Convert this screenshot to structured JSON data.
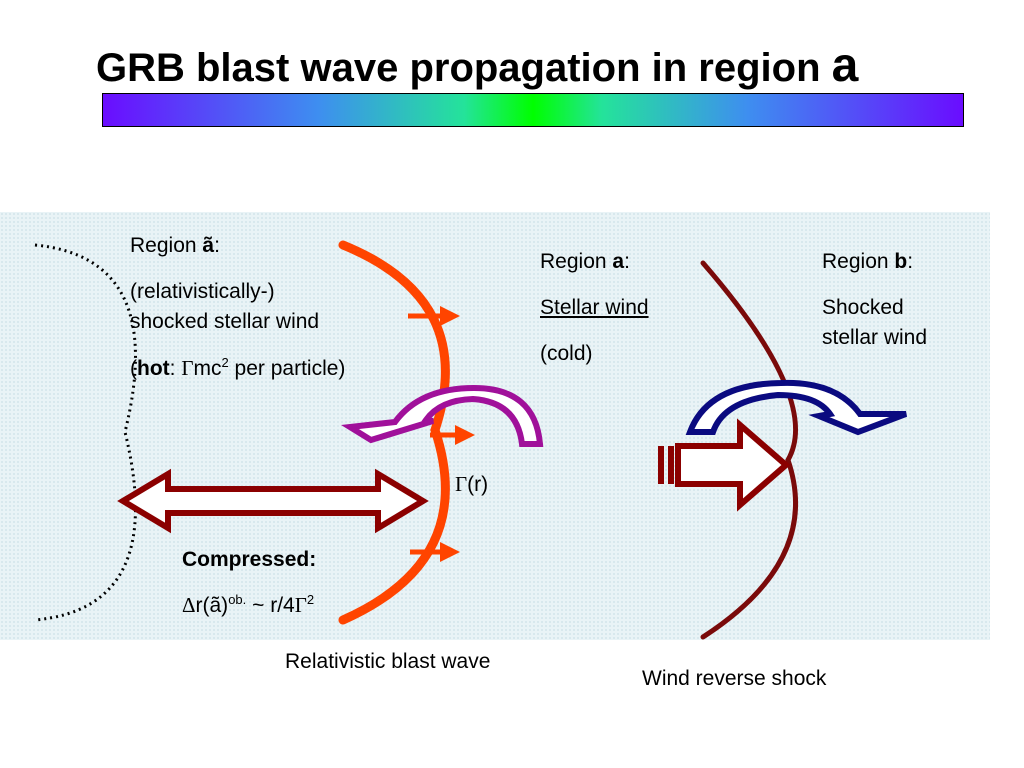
{
  "title": {
    "text": "GRB blast wave propagation in region ",
    "symbol": "a"
  },
  "region_atilde": {
    "heading_prefix": "Region ",
    "heading_symbol": "ã",
    "heading_suffix": ":",
    "line1": "(relativistically-)",
    "line2": "shocked stellar wind",
    "paren_open": "(",
    "hot": "hot",
    "colon": ": ",
    "gamma": "Γ",
    "mc": "mc",
    "sup2": "2",
    "tail": " per particle)"
  },
  "region_a": {
    "heading_prefix": "Region ",
    "heading_symbol": "a",
    "heading_suffix": ":",
    "line1": "Stellar wind",
    "line2": "(cold)"
  },
  "region_b": {
    "heading_prefix": "Region ",
    "heading_symbol": "b",
    "heading_suffix": ":",
    "line1": "Shocked",
    "line2": "stellar wind"
  },
  "gamma_r": {
    "gamma": "Γ",
    "text": "(r)"
  },
  "compressed": {
    "label": "Compressed:",
    "delta": "Δ",
    "r_atilde": "r(ã)",
    "ob": "ob.",
    "approx": " ~ r/4",
    "gamma": "Γ",
    "sup2": "2"
  },
  "labels": {
    "blast_wave": "Relativistic blast  wave",
    "reverse_shock": "Wind reverse shock"
  },
  "colors": {
    "blast_wave": "#ff4400",
    "reverse_shock": "#7a0a0a",
    "magenta_arrow": "#a0109a",
    "blue_arrow": "#0a0a80",
    "dark_red_arrow": "#8b0000",
    "contact_dotted": "#000000"
  }
}
